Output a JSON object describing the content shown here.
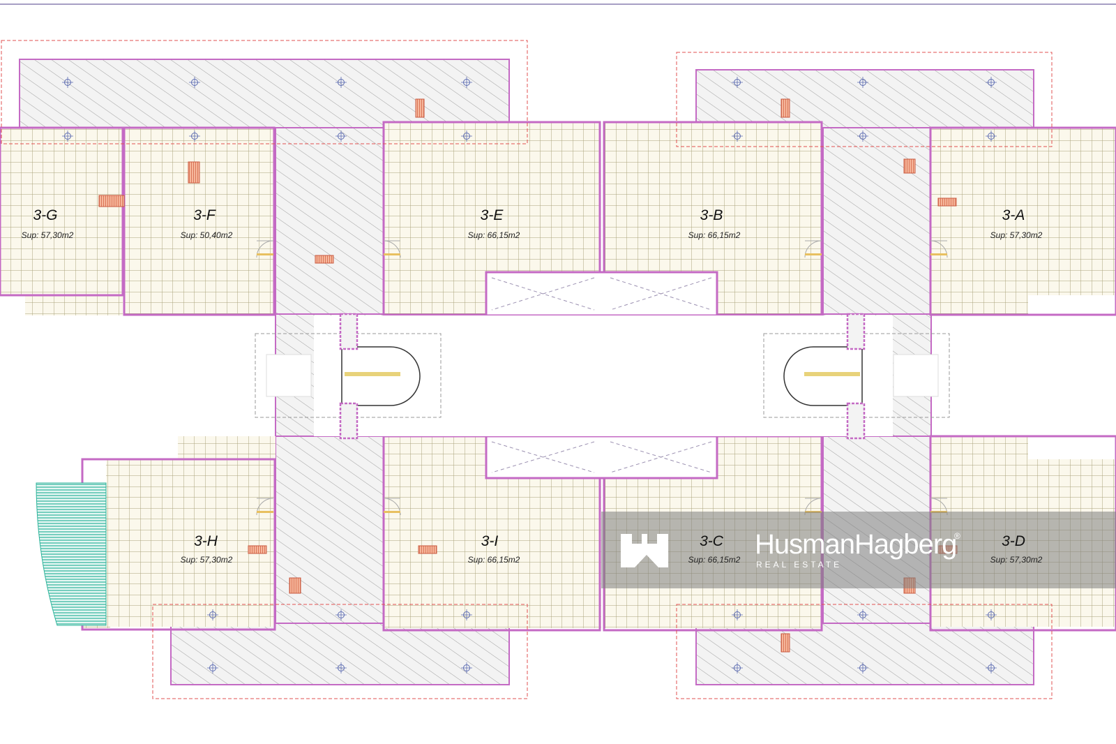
{
  "plan": {
    "rooms": [
      {
        "name": "3-G",
        "area": "Sup: 57,30m2"
      },
      {
        "name": "3-F",
        "area": "Sup: 50,40m2"
      },
      {
        "name": "3-E",
        "area": "Sup: 66,15m2"
      },
      {
        "name": "3-B",
        "area": "Sup: 66,15m2"
      },
      {
        "name": "3-A",
        "area": "Sup: 57,30m2"
      },
      {
        "name": "3-H",
        "area": "Sup: 57,30m2"
      },
      {
        "name": "3-I",
        "area": "Sup: 66,15m2"
      },
      {
        "name": "3-C",
        "area": "Sup: 66,15m2"
      },
      {
        "name": "3-D",
        "area": "Sup: 57,30m2"
      }
    ],
    "colors": {
      "wall": "#c46ac4",
      "grid_line": "#a9a27a",
      "floor": "#fbf8ec",
      "hatch": "#8a8a8a",
      "terrace_outline": "#e05050",
      "radiator": "#e8957a",
      "pool": "#3bbfa8"
    }
  },
  "watermark": {
    "brand": "HusmanHagberg",
    "registered": "®",
    "subtitle": "REAL ESTATE"
  }
}
